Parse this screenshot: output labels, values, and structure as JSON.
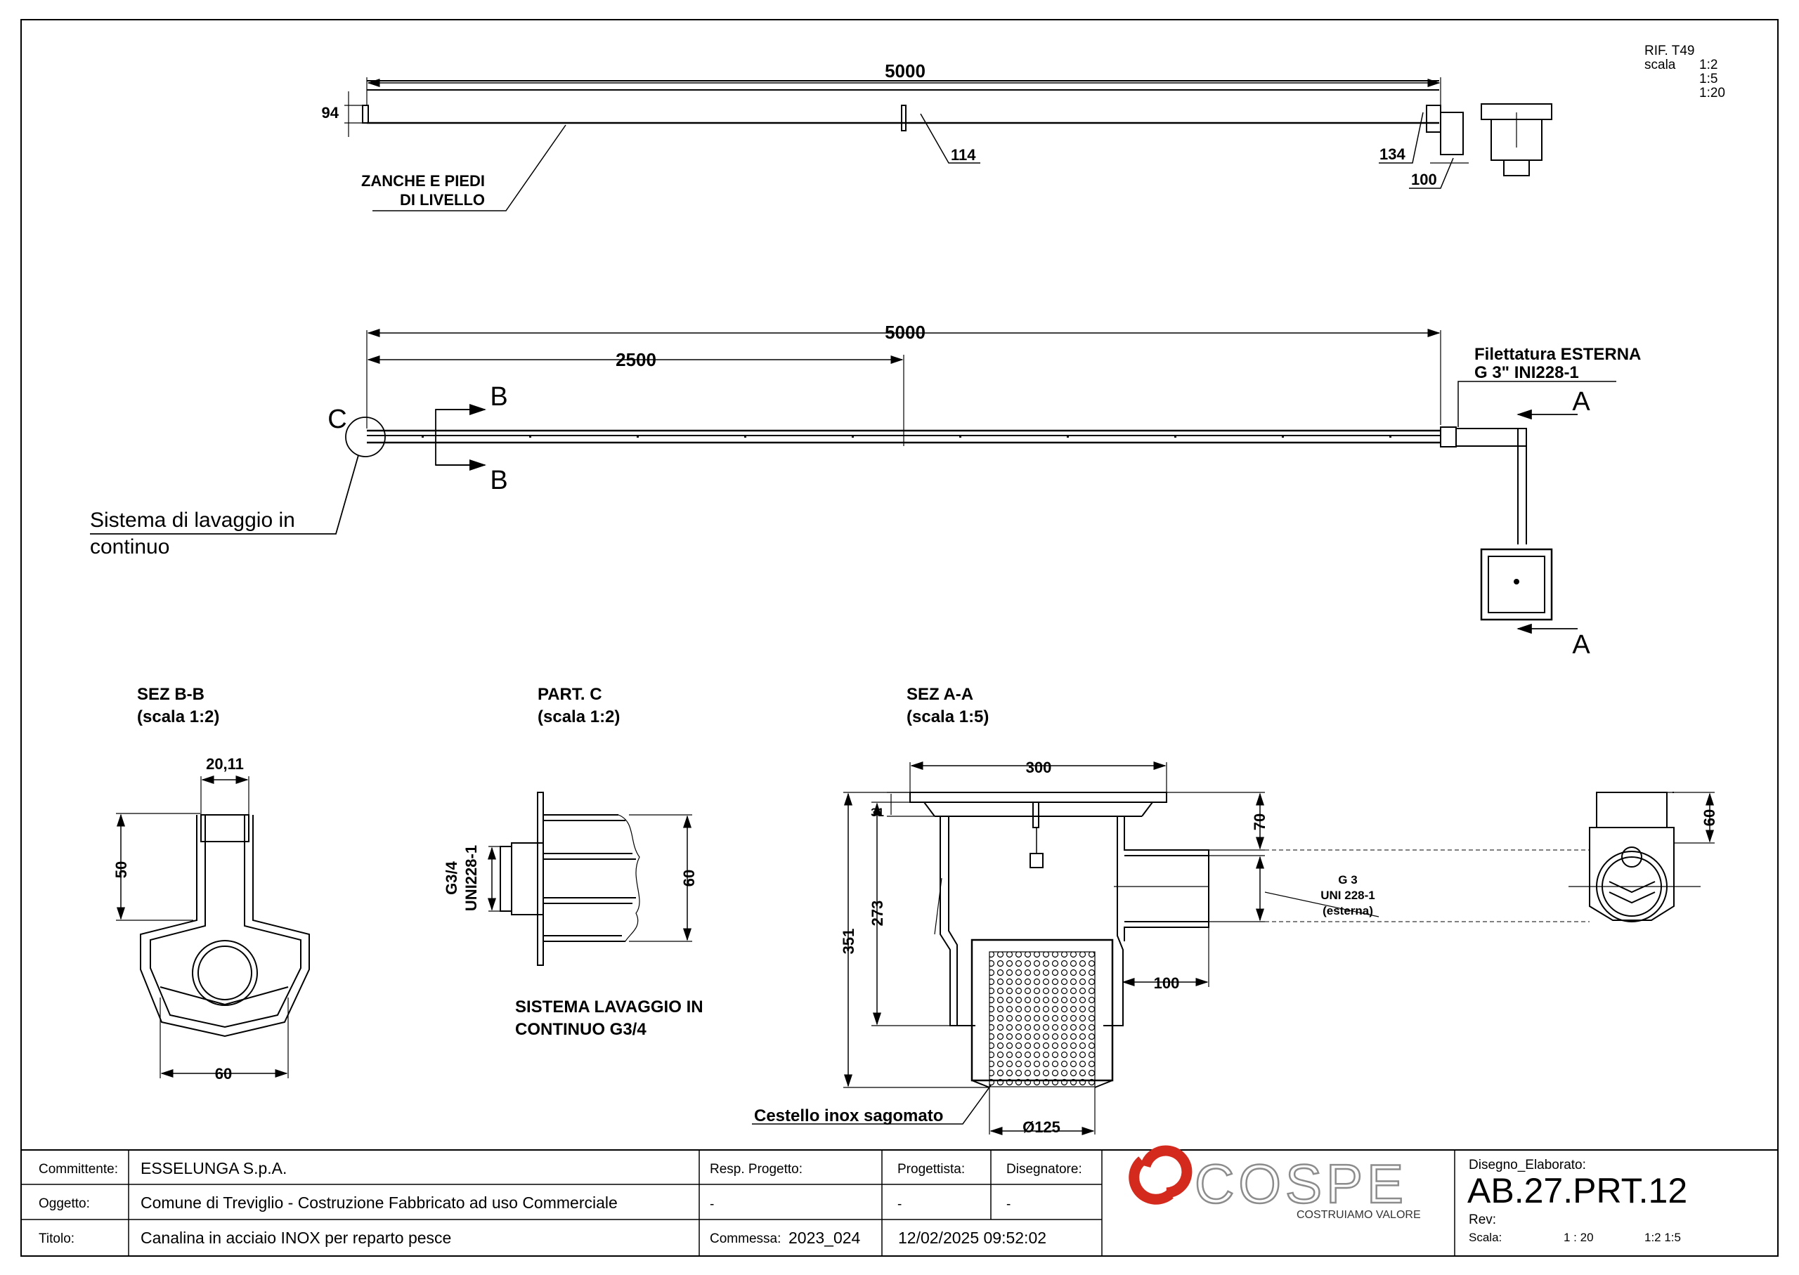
{
  "ref": {
    "rif": "RIF. T49",
    "scala_label": "scala",
    "scales": [
      "1:2",
      "1:5",
      "1:20"
    ]
  },
  "top_view": {
    "length": "5000",
    "height": "94",
    "mid": "114",
    "end": "134",
    "outlet": "100",
    "note_1": "ZANCHE E PIEDI",
    "note_2": "DI LIVELLO"
  },
  "plan_view": {
    "length": "5000",
    "half": "2500",
    "thread_1": "Filettatura ESTERNA",
    "thread_2": "G 3\" INI228-1",
    "cut_a": "A",
    "cut_b": "B",
    "detail_c": "C",
    "wash_1": "Sistema di lavaggio in",
    "wash_2": "continuo"
  },
  "sez_bb": {
    "title": "SEZ B-B",
    "scale": "(scala 1:2)",
    "width_top": "20,11",
    "height": "50",
    "width": "60"
  },
  "part_c": {
    "title": "PART. C",
    "scale": "(scala 1:2)",
    "thread_1": "G3/4",
    "thread_2": "UNI228-1",
    "height": "60",
    "note_1": "SISTEMA LAVAGGIO IN",
    "note_2": "CONTINUO G3/4"
  },
  "sez_aa": {
    "title": "SEZ A-A",
    "scale": "(scala 1:5)",
    "width": "300",
    "rim": "31",
    "h_total": "351",
    "h_body": "273",
    "depth": "70",
    "outlet": "100",
    "diameter": "Ø125",
    "thread_1": "G 3",
    "thread_2": "UNI 228-1",
    "thread_3": "(esterna)",
    "basket": "Cestello inox sagomato",
    "side": "60"
  },
  "title_block": {
    "committente_label": "Committente:",
    "committente": "ESSELUNGA S.p.A.",
    "oggetto_label": "Oggetto:",
    "oggetto": "Comune di Treviglio - Costruzione Fabbricato ad uso Commerciale",
    "titolo_label": "Titolo:",
    "titolo": "Canalina in acciaio INOX per reparto pesce",
    "resp_label": "Resp. Progetto:",
    "resp_value": "-",
    "progettista_label": "Progettista:",
    "progettista_value": "-",
    "disegnatore_label": "Disegnatore:",
    "disegnatore_value": "-",
    "commessa_label": "Commessa:",
    "commessa": "2023_024",
    "datetime": "12/02/2025 09:52:02",
    "brand": "COSPE",
    "tagline": "COSTRUIAMO VALORE",
    "disegno_label": "Disegno_Elaborato:",
    "disegno": "AB.27.PRT.12",
    "rev_label": "Rev:",
    "scala_label": "Scala:",
    "scala_1": "1 : 20",
    "scala_2": "1:2  1:5"
  },
  "colors": {
    "brand_red": "#d42a1e",
    "brand_gray": "#8c8c8c",
    "line": "#000000"
  }
}
